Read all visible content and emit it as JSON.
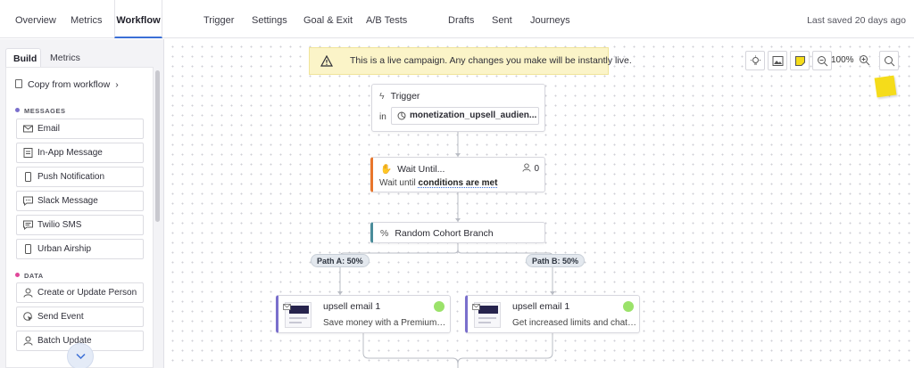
{
  "nav": {
    "tabs": [
      {
        "label": "Overview"
      },
      {
        "label": "Metrics"
      },
      {
        "label": "Workflow"
      },
      {
        "label": "Trigger"
      },
      {
        "label": "Settings"
      },
      {
        "label": "Goal & Exit"
      },
      {
        "label": "A/B Tests"
      },
      {
        "label": "Drafts"
      },
      {
        "label": "Sent"
      },
      {
        "label": "Journeys"
      }
    ],
    "active_tab": "Workflow",
    "last_saved": "Last saved 20 days ago"
  },
  "sidebar": {
    "tabs": [
      {
        "label": "Build"
      },
      {
        "label": "Metrics"
      }
    ],
    "active_tab": "Build",
    "copy_from_workflow": "Copy from workflow",
    "sections": [
      {
        "label": "MESSAGES",
        "color": "#7a6fcc",
        "items": [
          {
            "label": "Email",
            "icon": "envelope-icon"
          },
          {
            "label": "In-App Message",
            "icon": "in-app-icon"
          },
          {
            "label": "Push Notification",
            "icon": "phone-icon"
          },
          {
            "label": "Slack Message",
            "icon": "chat-bubble-icon"
          },
          {
            "label": "Twilio SMS",
            "icon": "sms-bubble-icon"
          },
          {
            "label": "Urban Airship",
            "icon": "phone-icon"
          }
        ]
      },
      {
        "label": "DATA",
        "color": "#e0489a",
        "items": [
          {
            "label": "Create or Update Person",
            "icon": "person-icon"
          },
          {
            "label": "Send Event",
            "icon": "cursor-click-icon"
          },
          {
            "label": "Batch Update",
            "icon": "person-icon"
          }
        ]
      }
    ]
  },
  "canvas": {
    "warning": "This is a live campaign. Any changes you make will be instantly live.",
    "zoom": "100%",
    "trigger": {
      "title": "Trigger",
      "in_label": "in",
      "segment": "monetization_upsell_audien..."
    },
    "wait": {
      "title": "Wait Until...",
      "count": "0",
      "prefix": "Wait until",
      "condition": "conditions are met"
    },
    "branch": {
      "title": "Random Cohort Branch"
    },
    "paths": [
      {
        "label": "Path A: 50%"
      },
      {
        "label": "Path B: 50%"
      }
    ],
    "emails": [
      {
        "title": "upsell email 1",
        "preview": "Save money with a Premium pl..."
      },
      {
        "title": "upsell email 1",
        "preview": "Get increased limits and chat s..."
      }
    ]
  }
}
